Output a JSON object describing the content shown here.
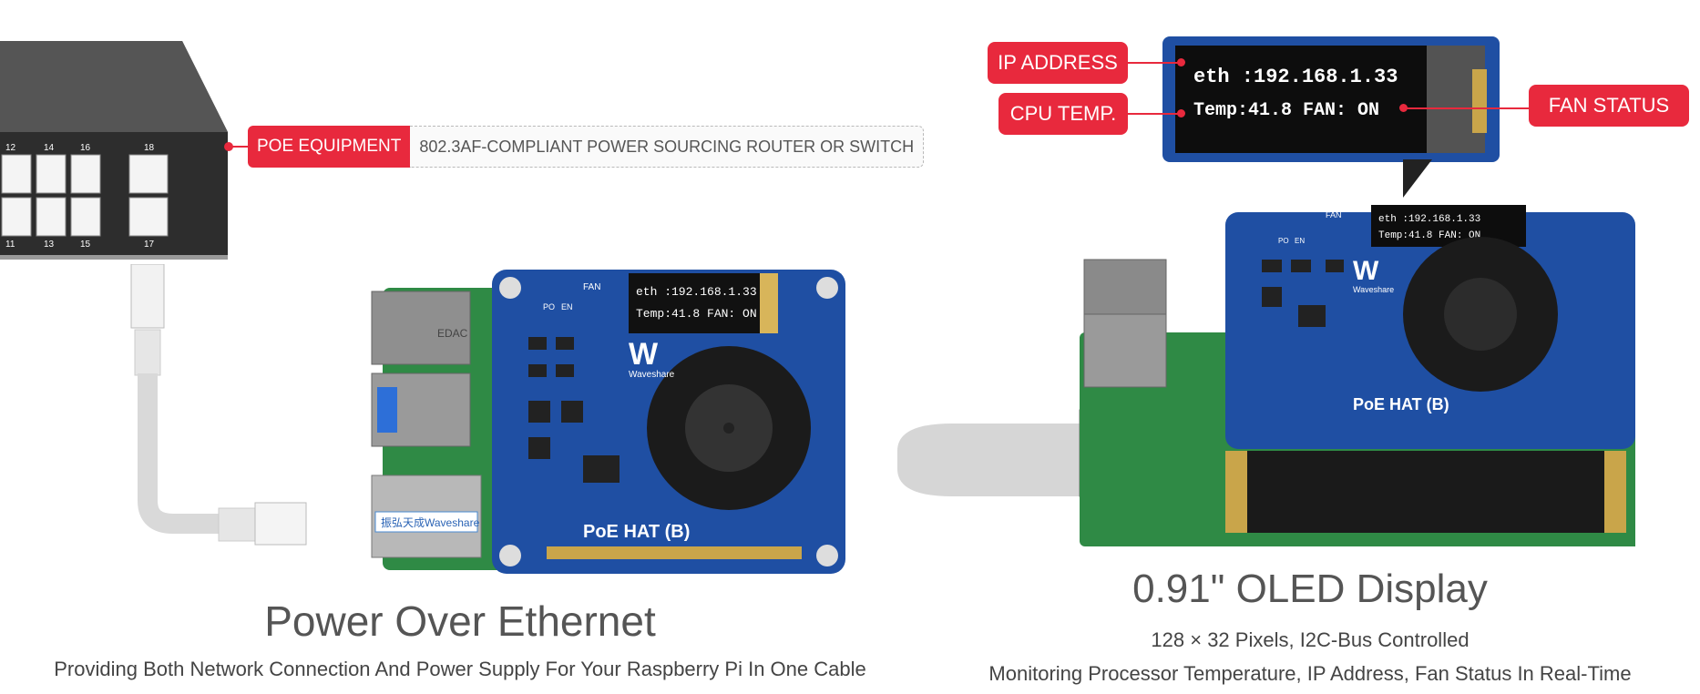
{
  "poe": {
    "tag": "POE EQUIPMENT",
    "desc": "802.3AF-COMPLIANT POWER SOURCING ROUTER OR SWITCH",
    "port_numbers_top": [
      "12",
      "14",
      "16",
      "18"
    ],
    "port_numbers_bottom": [
      "11",
      "13",
      "15",
      "17"
    ]
  },
  "left": {
    "title": "Power Over Ethernet",
    "subtitle": "Providing Both Network Connection And Power Supply For Your Raspberry Pi In One Cable"
  },
  "board": {
    "label": "PoE HAT (B)",
    "brand": "Waveshare",
    "fan": "FAN",
    "switch_po": "PO",
    "switch_en": "EN",
    "oled_line1": "eth :192.168.1.33",
    "oled_line2": "Temp:41.8  FAN: ON",
    "usb_label": "EDAC",
    "jack_cn": "振弘天成",
    "jack_brand": "Waveshare"
  },
  "right": {
    "title": "0.91\" OLED Display",
    "subtitle1": "128 × 32 Pixels, I2C-Bus Controlled",
    "subtitle2": "Monitoring Processor Temperature, IP Address, Fan Status In Real-Time",
    "callout_ip": "IP ADDRESS",
    "callout_cpu": "CPU TEMP.",
    "callout_fan": "FAN STATUS",
    "oled_line1": "eth :192.168.1.33",
    "oled_line2": "Temp:41.8   FAN: ON"
  }
}
